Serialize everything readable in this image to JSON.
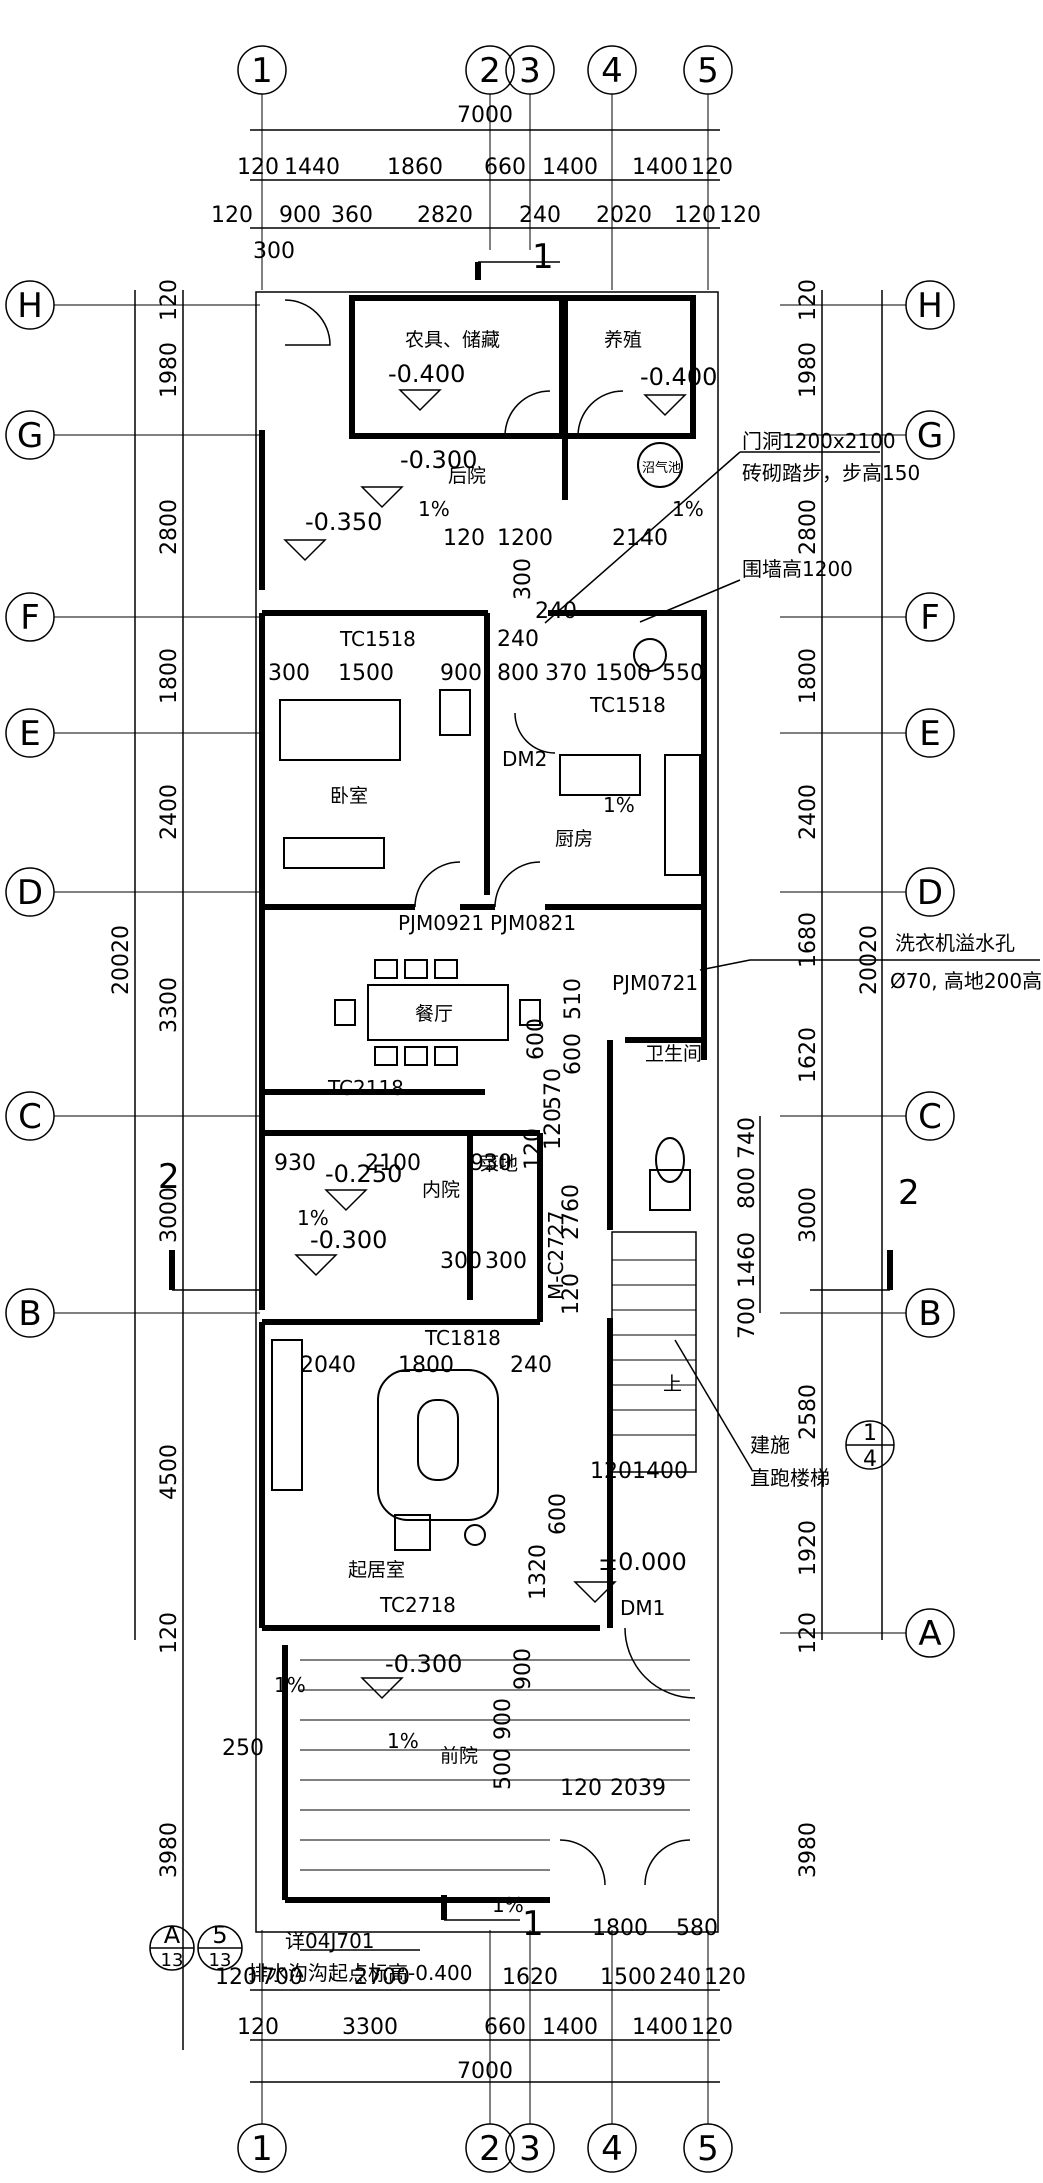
{
  "axes": {
    "columns": [
      "1",
      "2",
      "3",
      "4",
      "5"
    ],
    "rows": [
      "H",
      "G",
      "F",
      "E",
      "D",
      "C",
      "B",
      "A"
    ]
  },
  "top_dims": {
    "total": "7000",
    "row1": [
      "120",
      "1440",
      "1860",
      "660",
      "1400",
      "1400",
      "120"
    ],
    "row2": [
      "120",
      "900",
      "360",
      "2820",
      "240",
      "2020",
      "120",
      "120"
    ],
    "row3": [
      "300"
    ]
  },
  "bottom_dims": {
    "total": "7000",
    "row1": [
      "120",
      "3300",
      "660",
      "1400",
      "1400",
      "120"
    ],
    "row2": [
      "120",
      "700",
      "2700",
      "1620",
      "1500",
      "240",
      "120"
    ],
    "row3": [
      "1800",
      "580"
    ]
  },
  "left_dims": {
    "total": "20020",
    "items": [
      "120",
      "1980",
      "2800",
      "1800",
      "2400",
      "3300",
      "3000",
      "4500",
      "120",
      "3980"
    ]
  },
  "right_dims": {
    "total": "20020",
    "items": [
      "120",
      "1980",
      "2800",
      "1800",
      "2400",
      "1680",
      "1620",
      "3000",
      "2580",
      "1920",
      "120",
      "3980"
    ],
    "sub": [
      "740",
      "800",
      "1460",
      "700"
    ]
  },
  "rooms": {
    "storage": "农具、储藏",
    "livestock": "养殖",
    "backyard": "后院",
    "gas": "沼气池",
    "bedroom": "卧室",
    "kitchen": "厨房",
    "dining": "餐厅",
    "bathroom": "卫生间",
    "courtyard": "内院",
    "garden": "菜地",
    "living": "起居室",
    "frontyard": "前院",
    "stair_up": "上"
  },
  "levels": {
    "storage": "-0.400",
    "livestock": "-0.400",
    "backyard_a": "-0.300",
    "backyard_b": "-0.350",
    "courtyard_a": "-0.250",
    "courtyard_b": "-0.300",
    "living": "±0.000",
    "frontyard": "-0.300"
  },
  "openings": {
    "tc1518_a": "TC1518",
    "tc1518_b": "TC1518",
    "dm2": "DM2",
    "pjm0921": "PJM0921",
    "pjm0821": "PJM0821",
    "pjm0721": "PJM0721",
    "tc2118": "TC2118",
    "tc1818": "TC1818",
    "tc2718": "TC2718",
    "dm1": "DM1",
    "m_c2727": "M-C2727"
  },
  "room_dims": {
    "bed": [
      "300",
      "1500",
      "900"
    ],
    "kit": [
      "240",
      "800",
      "370",
      "1500",
      "550"
    ],
    "yard": [
      "930",
      "2100",
      "930"
    ],
    "yardv": [
      "120",
      "300",
      "300"
    ],
    "living": [
      "2040",
      "1800",
      "240"
    ],
    "back": [
      "120",
      "1200",
      "2140",
      "300",
      "240"
    ],
    "mid": [
      "600",
      "510",
      "600",
      "570",
      "120",
      "2760",
      "120"
    ],
    "front": [
      "600",
      "1320",
      "900",
      "900",
      "500",
      "120",
      "2039",
      "250",
      "1201400"
    ]
  },
  "slopes": [
    "1%",
    "1%",
    "1%",
    "1%",
    "1%",
    "1%",
    "1%"
  ],
  "annotations": {
    "door_hole": "门洞1200x2100",
    "steps": "砖砌踏步，步高150",
    "wall_height": "围墙高1200",
    "washer_1": "洗衣机溢水孔",
    "washer_2": "Ø70, 高地200高",
    "stair_1": "建施",
    "stair_2": "直跑楼梯",
    "drain_ref": "详04J701",
    "drain_text": "排水沟沟起点标高-0.400"
  },
  "sections": {
    "sec1": "1",
    "sec2": "2",
    "detail_num": "1",
    "detail_den": "4",
    "callA_top": "A",
    "callA_bot": "13",
    "call5_top": "5",
    "call5_bot": "13"
  }
}
